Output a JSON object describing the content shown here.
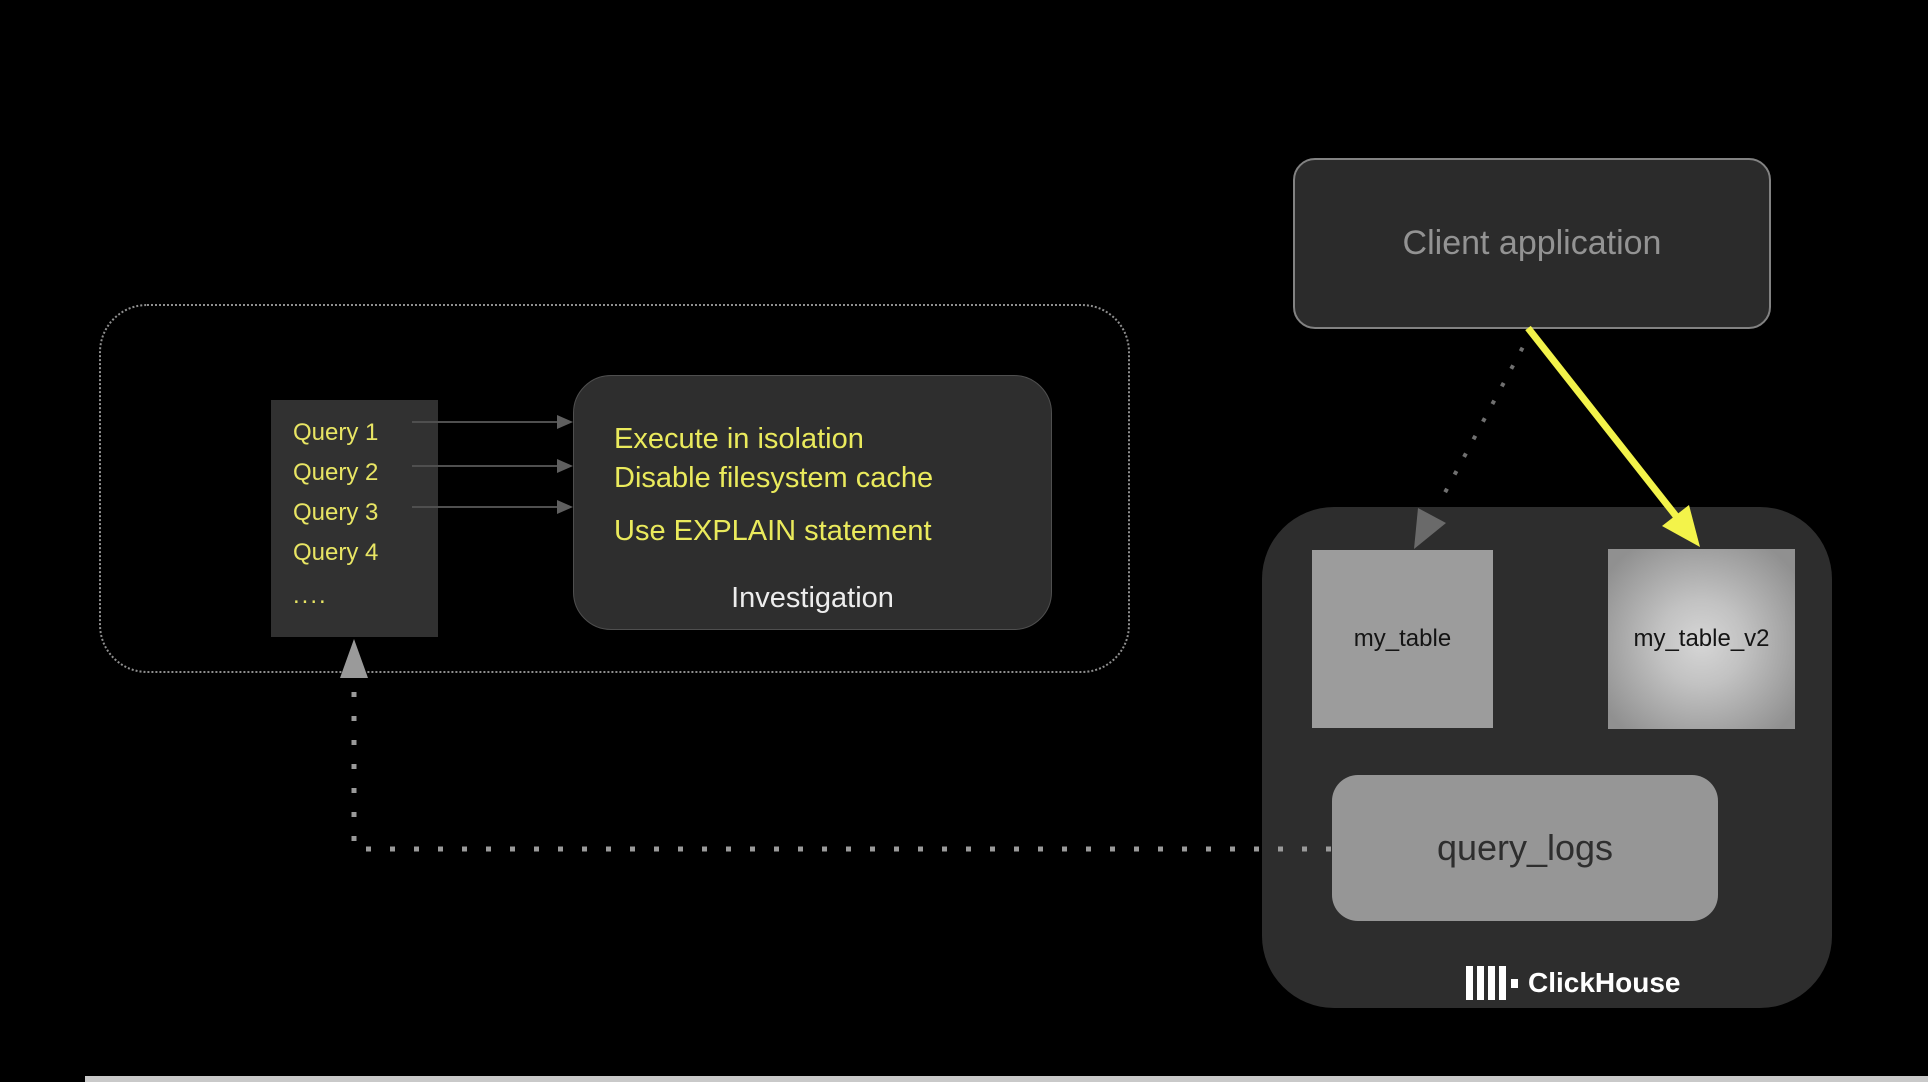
{
  "left_group": {
    "query_list": [
      "Query 1",
      "Query 2",
      "Query 3",
      "Query 4",
      "...."
    ],
    "tips": [
      "Execute in isolation",
      "Disable filesystem cache",
      "Use EXPLAIN statement"
    ],
    "group_label": "Investigation"
  },
  "client_application": {
    "label": "Client application"
  },
  "clickhouse": {
    "table_left": "my_table",
    "table_right": "my_table_v2",
    "logs_table": "query_logs",
    "brand": "ClickHouse"
  },
  "colors": {
    "background": "#000000",
    "panel_dark": "#2e2e2e",
    "highlight_yellow_text": "#eaea5c",
    "highlight_yellow_arrow": "#f3f34a",
    "table_gray": "#9c9c9c",
    "muted_text_gray": "#939393",
    "connector_gray": "#9a9a9a",
    "flow_arrow_gray": "#5f5f5f",
    "bottom_strip_gray": "#c9c9c9"
  }
}
